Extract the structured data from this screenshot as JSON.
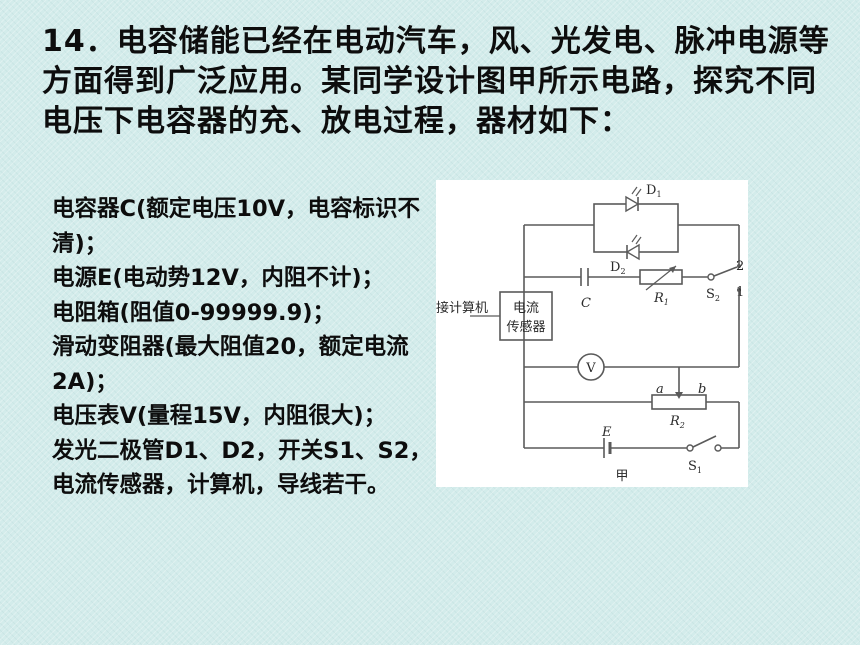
{
  "question": {
    "number": "14．",
    "text": "电容储能已经在电动汽车，风、光发电、脉冲电源等方面得到广泛应用。某同学设计图甲所示电路，探究不同电压下电容器的充、放电过程，器材如下："
  },
  "equipment": [
    "电容器C(额定电压10V，电容标识不清)；",
    "电源E(电动势12V，内阻不计)；",
    "电阻箱(阻值0-99999.9)；",
    "滑动变阻器(最大阻值20，额定电流2A)；",
    "电压表V(量程15V，内阻很大)；",
    "发光二极管D1、D2，开关S1、S2，电流传感器，计算机，导线若干。"
  ],
  "figure": {
    "d1": "D",
    "d1_sub": "1",
    "d2": "D",
    "d2_sub": "2",
    "r1": "R",
    "r1_sub": "1",
    "r2": "R",
    "r2_sub": "2",
    "s1": "S",
    "s1_sub": "1",
    "s2": "S",
    "s2_sub": "2",
    "terminal_1": "1",
    "terminal_2": "2",
    "capacitor": "C",
    "sensor_line1": "电流",
    "sensor_line2": "传感器",
    "computer": "接计算机",
    "voltmeter": "V",
    "point_a": "a",
    "point_b": "b",
    "source": "E",
    "caption": "甲"
  }
}
